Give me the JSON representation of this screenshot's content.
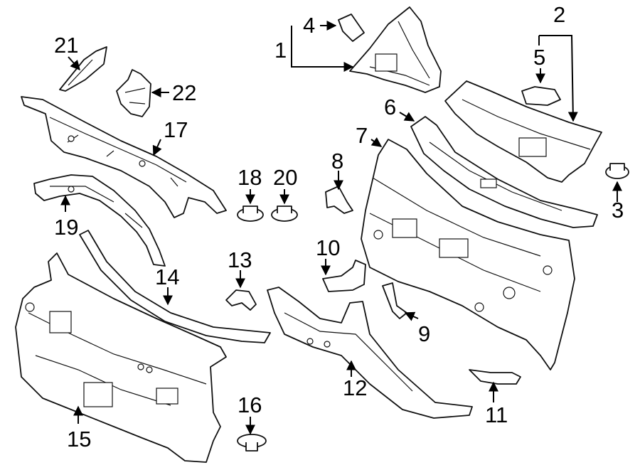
{
  "diagram": {
    "colors": {
      "line": "#111111",
      "background": "#ffffff"
    },
    "callouts": [
      {
        "id": "1",
        "label": "1"
      },
      {
        "id": "2",
        "label": "2"
      },
      {
        "id": "3",
        "label": "3"
      },
      {
        "id": "4",
        "label": "4"
      },
      {
        "id": "5",
        "label": "5"
      },
      {
        "id": "6",
        "label": "6"
      },
      {
        "id": "7",
        "label": "7"
      },
      {
        "id": "8",
        "label": "8"
      },
      {
        "id": "9",
        "label": "9"
      },
      {
        "id": "10",
        "label": "10"
      },
      {
        "id": "11",
        "label": "11"
      },
      {
        "id": "12",
        "label": "12"
      },
      {
        "id": "13",
        "label": "13"
      },
      {
        "id": "14",
        "label": "14"
      },
      {
        "id": "15",
        "label": "15"
      },
      {
        "id": "16",
        "label": "16"
      },
      {
        "id": "17",
        "label": "17"
      },
      {
        "id": "18",
        "label": "18"
      },
      {
        "id": "19",
        "label": "19"
      },
      {
        "id": "20",
        "label": "20"
      },
      {
        "id": "21",
        "label": "21"
      },
      {
        "id": "22",
        "label": "22"
      }
    ]
  }
}
